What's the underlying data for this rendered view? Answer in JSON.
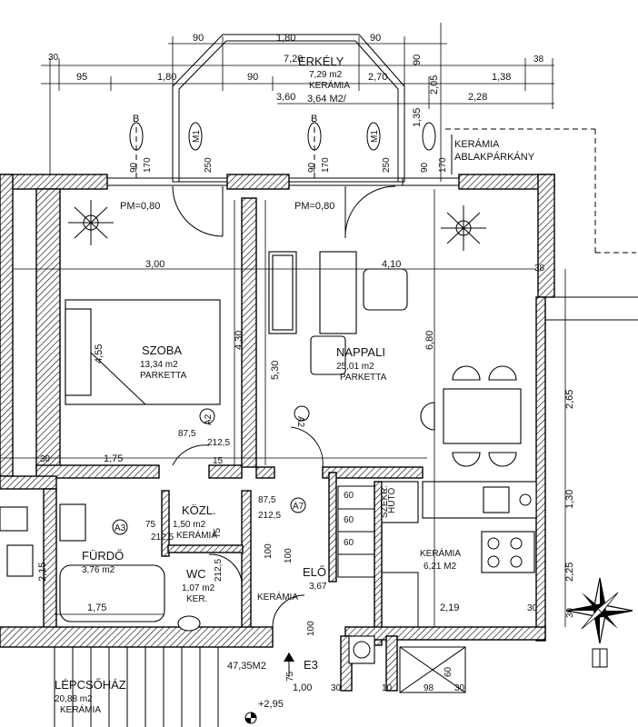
{
  "rooms": {
    "balcony": {
      "name": "ERKÉLY",
      "area": "7,29 m2",
      "material": "KERÁMIA",
      "extra": "3,64 M2/"
    },
    "bedroom": {
      "name": "SZOBA",
      "area": "13,34 m2",
      "material": "PARKETTA"
    },
    "living": {
      "name": "NAPPALI",
      "area": "25,01 m2",
      "material": "PARKETTA"
    },
    "hall": {
      "name": "KÖZL.",
      "area": "1,50 m2",
      "material": "KERÁMIA"
    },
    "bathroom": {
      "name": "FÜRDŐ",
      "area": "3,76 m2"
    },
    "wc": {
      "name": "WC",
      "area": "1,07 m2",
      "material": "KER."
    },
    "entry": {
      "name": "ELŐ",
      "area": "3,67",
      "material": "KERÁMIA"
    },
    "kitchen": {
      "material": "KERÁMIA",
      "area": "6,21 M2"
    },
    "stairs": {
      "name": "LÉPCSŐHÁZ",
      "area": "20,88 m2",
      "material": "KERÁMIA"
    }
  },
  "labels": {
    "total_area": "47,35M2",
    "entrance": "E3",
    "window_sill": "KERÁMIA\nABLAKPÁRKÁNY",
    "sill_height_left": "PM=0,80",
    "sill_height_right": "PM=0,80",
    "section_mark": "B",
    "window_mark": "M1",
    "door_mark": "A2",
    "door_mark_2": "A3",
    "door_mark_7": "A7",
    "level": "+2,95",
    "fridge": "HŰTŐ",
    "cabinet": "SZEKR."
  },
  "dims": {
    "top": [
      "90",
      "1,80",
      "90",
      "7,20",
      "30",
      "95",
      "1,80",
      "90",
      "2,70",
      "1,38",
      "38",
      "3,60",
      "2,28",
      "90",
      "2,05",
      "1,35"
    ],
    "front": [
      "90",
      "170",
      "250",
      "90",
      "170",
      "250",
      "90",
      "170"
    ],
    "right": [
      "38",
      "2,65",
      "1,30",
      "2,25",
      "30"
    ],
    "interior": [
      "3,00",
      "4,10",
      "4,55",
      "4,30",
      "5,30",
      "6,80",
      "1,75",
      "30",
      "87,5",
      "212,5",
      "15",
      "87,5",
      "212,5",
      "75",
      "212,5",
      "75",
      "212,5",
      "2,15",
      "1,75",
      "100",
      "100",
      "2,19",
      "30",
      "1,00",
      "30",
      "98",
      "30",
      "60",
      "10",
      "75",
      "60",
      "60",
      "60",
      "100"
    ]
  }
}
